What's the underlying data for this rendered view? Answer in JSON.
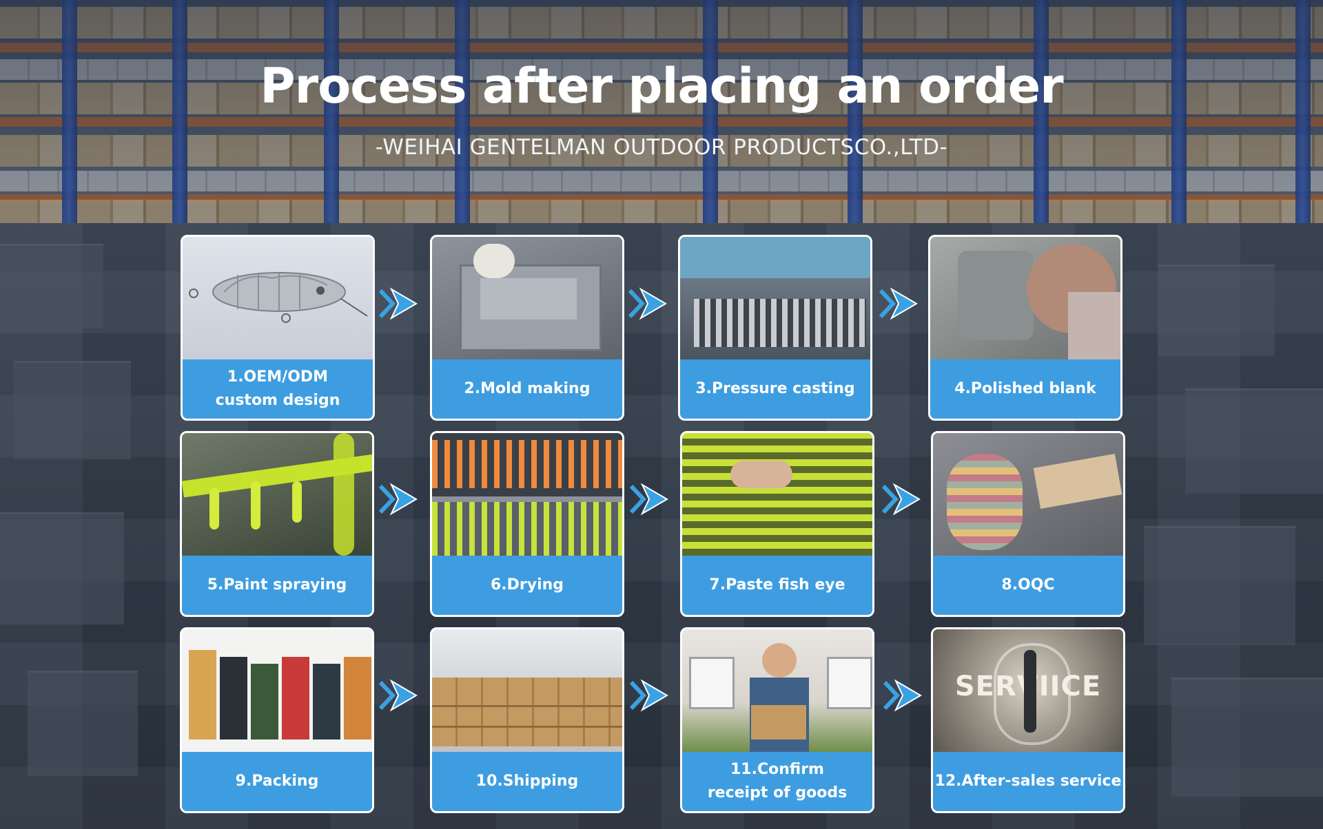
{
  "header": {
    "title": "Process after placing an order",
    "subtitle": "-WEIHAI GENTELMAN OUTDOOR PRODUCTSCO.,LTD-"
  },
  "steps": [
    {
      "label": "1.OEM/ODM\ncustom design",
      "icon": "lure-3d-model-photo"
    },
    {
      "label": "2.Mold making",
      "icon": "mold-photo"
    },
    {
      "label": "3.Pressure casting",
      "icon": "casting-photo"
    },
    {
      "label": "4.Polished blank",
      "icon": "polishing-photo"
    },
    {
      "label": "5.Paint spraying",
      "icon": "spraying-photo"
    },
    {
      "label": "6.Drying",
      "icon": "drying-photo"
    },
    {
      "label": "7.Paste fish eye",
      "icon": "fish-eye-photo"
    },
    {
      "label": "8.OQC",
      "icon": "oqc-photo"
    },
    {
      "label": "9.Packing",
      "icon": "packing-photo"
    },
    {
      "label": "10.Shipping",
      "icon": "shipping-photo"
    },
    {
      "label": "11.Confirm\nreceipt of goods",
      "icon": "delivery-photo"
    },
    {
      "label": "12.After-sales service",
      "icon": "service-photo"
    }
  ],
  "service_image_text": "SERVIICE",
  "colors": {
    "label_blue": "#3e9de0",
    "arrow_blue": "#3aa2e3",
    "title_white": "#ffffff"
  }
}
